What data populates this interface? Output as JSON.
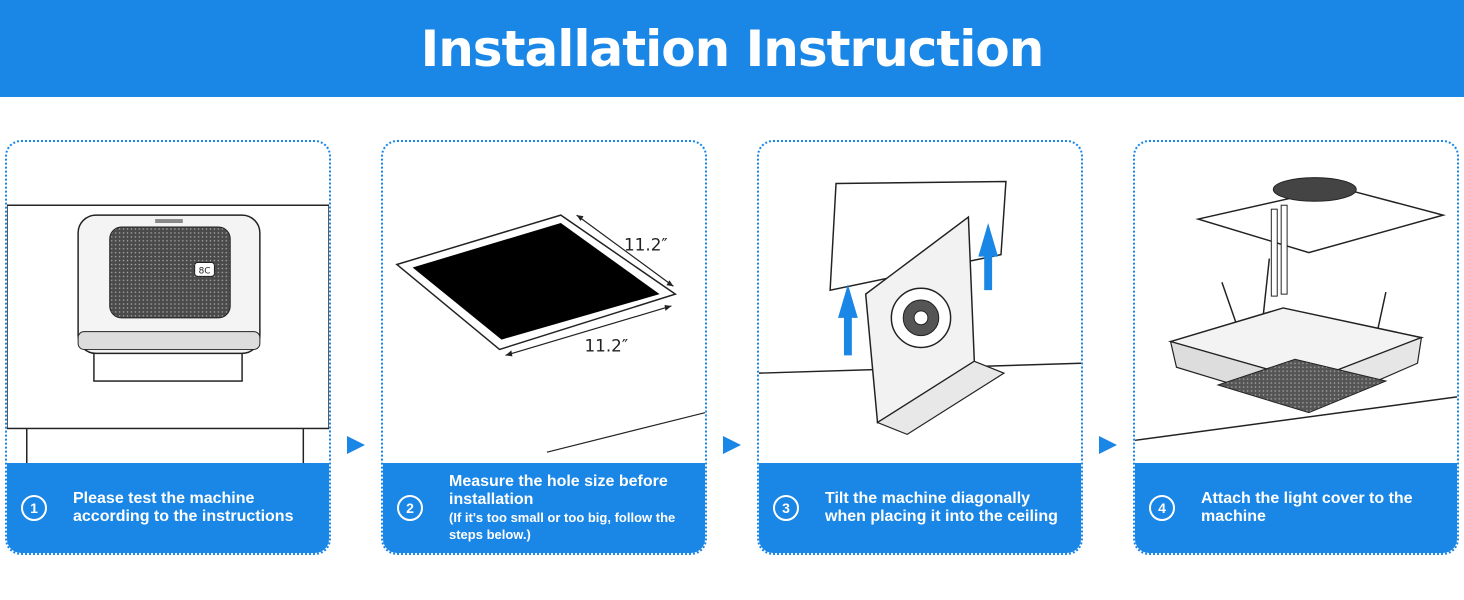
{
  "header": {
    "title": "Installation Instruction"
  },
  "steps": [
    {
      "number": "1",
      "text": "Please test the machine according to the instructions",
      "note": ""
    },
    {
      "number": "2",
      "text": "Measure the hole size before installation",
      "note": "(If it's too small or too big, follow the steps below.)"
    },
    {
      "number": "3",
      "text": "Tilt the machine diagonally when placing it into the ceiling",
      "note": ""
    },
    {
      "number": "4",
      "text": "Attach the light cover to the machine",
      "note": ""
    }
  ],
  "dimensions": {
    "side_a": "11.2″",
    "side_b": "11.2″"
  },
  "device_display": "8C",
  "colors": {
    "accent": "#1a86e6",
    "caption_text": "#ffffff"
  },
  "icons": [
    "arrow-right-icon",
    "upward-arrow-icon"
  ]
}
